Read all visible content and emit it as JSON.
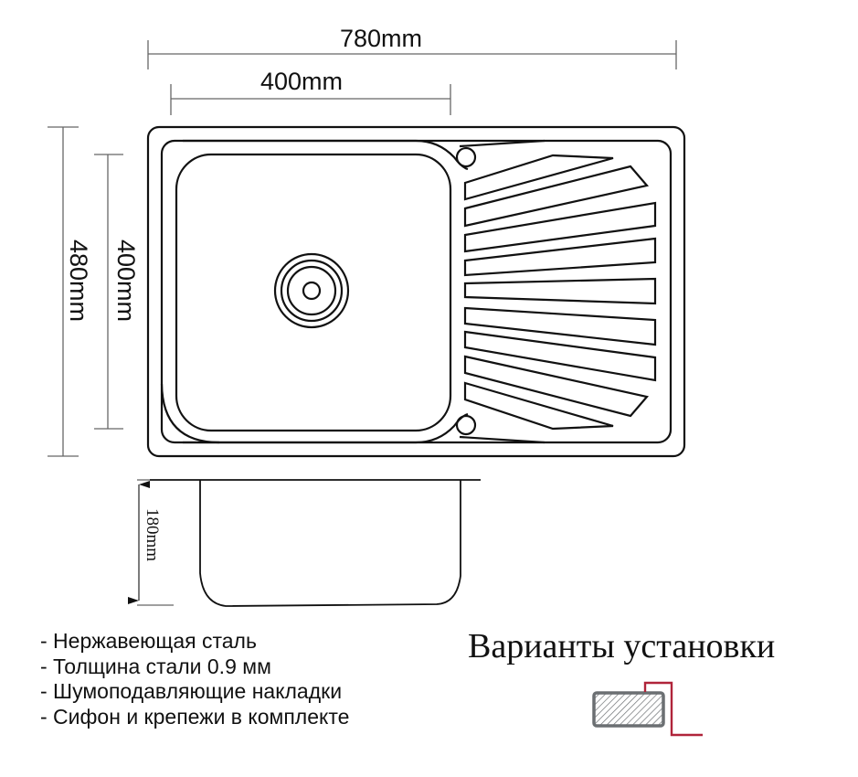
{
  "dimensions": {
    "overall_width": "780mm",
    "bowl_width": "400mm",
    "overall_depth": "480mm",
    "bowl_length": "400mm",
    "bowl_depth": "180mm"
  },
  "features": [
    "- Нержавеющая сталь",
    "- Толщина стали 0.9 мм",
    "- Шумоподавляющие накладки",
    "- Сифон и крепежи в комплекте"
  ],
  "installation": {
    "title": "Варианты установки",
    "icon": "overlay-mount-icon",
    "countertop_color": "#6b6f72",
    "sink_edge_color": "#b0243a"
  },
  "colors": {
    "line": "#111111",
    "dimension_line": "#666666"
  }
}
